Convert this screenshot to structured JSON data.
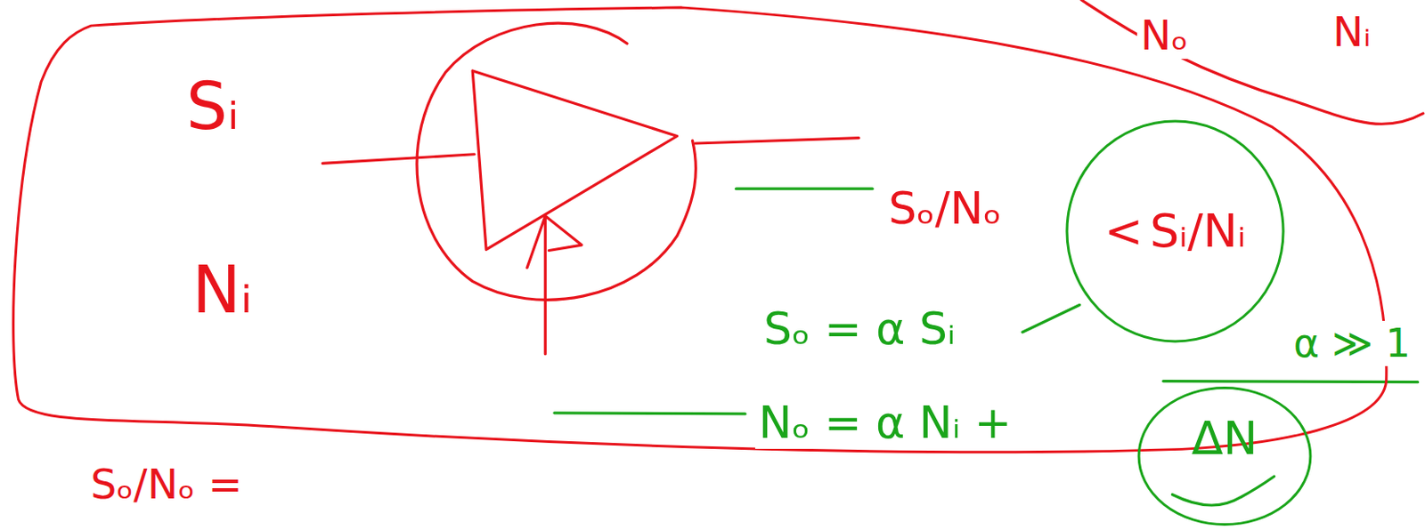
{
  "diagram": {
    "nodes": [
      {
        "text": [
          "Sᵢ",
          "Nᵢ",
          "Sₒ/Nₒ"
        ]
      },
      {
        "text": [
          "<",
          "Sᵢ/Nᵢ"
        ],
        "in": 0
      },
      {
        "text": [
          "ΔN"
        ]
      }
    ],
    "labels": [
      "Sₒ = α Sᵢ",
      "α ≫ 1",
      "Nₒ = α Nᵢ +",
      "Sₒ/Nₒ =",
      "Nₒ",
      "Nᵢ"
    ]
  }
}
